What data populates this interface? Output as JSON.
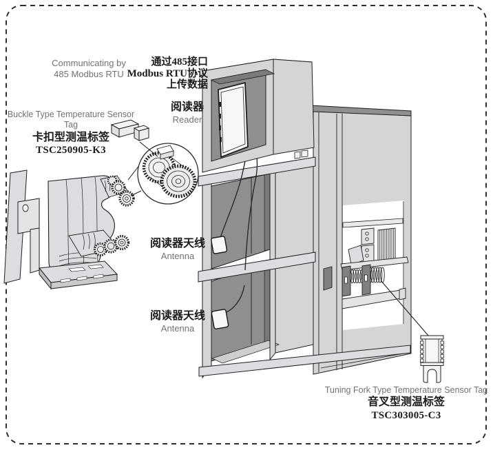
{
  "figure": {
    "type": "technical-diagram",
    "subject": "Switchgear temperature monitoring system with RFID temperature sensor tags, reader and antennas",
    "border_style": "dashed rounded rectangle"
  },
  "colors": {
    "background": "#ffffff",
    "cabinet_light": "#d4d5d7",
    "cabinet_band": "#dcdde0",
    "cabinet_interior_dark": "#8d8f91",
    "cabinet_interior_darker": "#77797b",
    "outline": "#1f1f1f",
    "text_gray": "#707275",
    "text_black": "#1a1a1a"
  },
  "labels": {
    "communicating": {
      "line1": "Communicating by",
      "line2": "485 Modbus RTU"
    },
    "upload_485": {
      "line1": "通过485接口",
      "line2": "Modbus RTU协议",
      "line3": "上传数据"
    },
    "reader": {
      "zh": "阅读器",
      "en": "Reader"
    },
    "buckle_sensor": {
      "en": "Buckle Type Temperature Sensor Tag",
      "zh": "卡扣型测温标签",
      "model": "TSC250905-K3"
    },
    "antenna_upper": {
      "zh": "阅读器天线",
      "en": "Antenna"
    },
    "antenna_lower": {
      "zh": "阅读器天线",
      "en": "Antenna"
    },
    "tuning_fork_sensor": {
      "en": "Tuning Fork Type Temperature Sensor Tag",
      "zh": "音叉型测温标签",
      "model": "TSC303005-C3"
    }
  },
  "components": [
    "reader-device",
    "reader-antenna-upper",
    "reader-antenna-lower",
    "buckle-sensor-tag-icon",
    "tuning-fork-sensor-tag-icon",
    "switchgear-cabinet",
    "vacuum-circuit-breaker",
    "contact-detail-magnifier"
  ]
}
